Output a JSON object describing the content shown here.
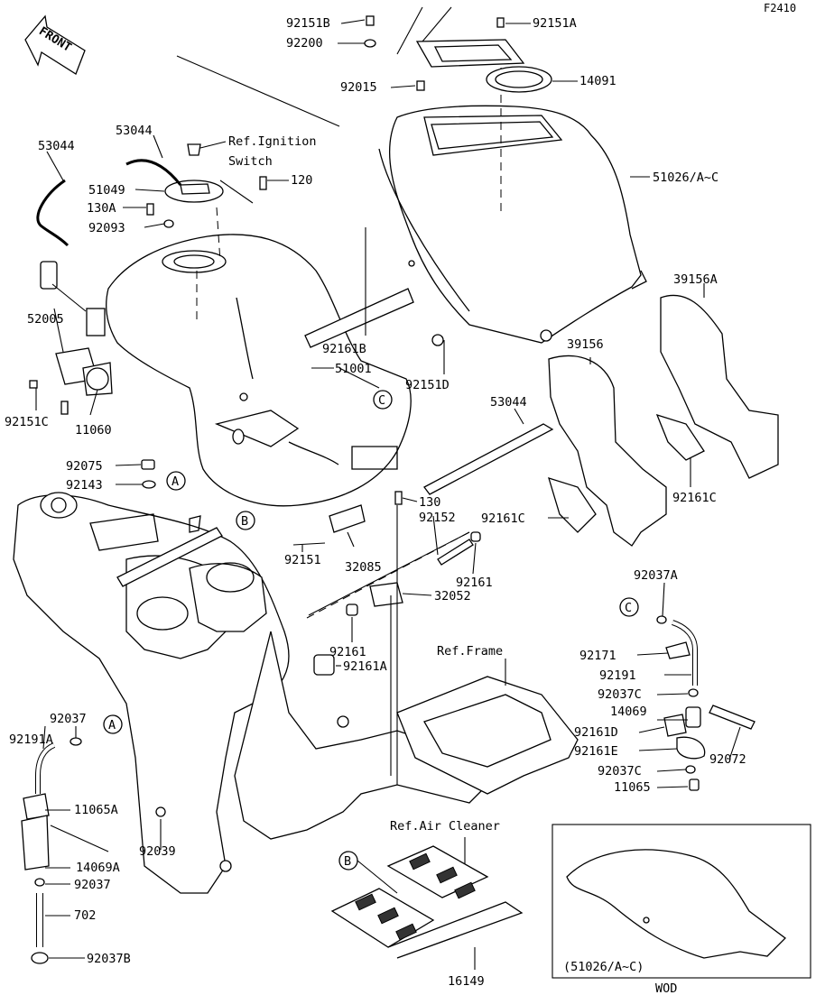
{
  "diagram": {
    "code": "F2410",
    "front_label": "FRONT",
    "inset_title": "WOD",
    "inset_caption": "(51026/A~C)",
    "ref_labels": {
      "ignition_line1": "Ref.Ignition",
      "ignition_line2": "Switch",
      "frame": "Ref.Frame",
      "air_cleaner": "Ref.Air Cleaner"
    },
    "markers": {
      "a": "A",
      "b": "B",
      "c": "C"
    },
    "parts": {
      "p92151B": "92151B",
      "p92151A": "92151A",
      "p92200": "92200",
      "p92015": "92015",
      "p14091": "14091",
      "p53044_top": "53044",
      "p53044_left": "53044",
      "p51049": "51049",
      "p120": "120",
      "p130A": "130A",
      "p92093": "92093",
      "p51026": "51026/A~C",
      "p52005": "52005",
      "p92161B": "92161B",
      "p92151D": "92151D",
      "p39156A": "39156A",
      "p39156": "39156",
      "p51001": "51001",
      "p92151C": "92151C",
      "p11060": "11060",
      "p53044_mid": "53044",
      "p92075": "92075",
      "p92143": "92143",
      "p130": "130",
      "p92152": "92152",
      "p92161C": "92161C",
      "p92161C_right": "92161C",
      "p92151": "92151",
      "p32085": "32085",
      "p92161_right": "92161",
      "p32052": "32052",
      "p92037A": "92037A",
      "p92161_left": "92161",
      "p92161A": "92161A",
      "p92171": "92171",
      "p92191": "92191",
      "p92037": "92037",
      "p92037C_top": "92037C",
      "p14069": "14069",
      "p92191A": "92191A",
      "p92072": "92072",
      "p92161D": "92161D",
      "p92161E": "92161E",
      "p92037C_bottom": "92037C",
      "p11065": "11065",
      "p11065A": "11065A",
      "p92039": "92039",
      "p14069A": "14069A",
      "p92037_low": "92037",
      "p702": "702",
      "p92037B": "92037B",
      "p16149": "16149"
    }
  }
}
